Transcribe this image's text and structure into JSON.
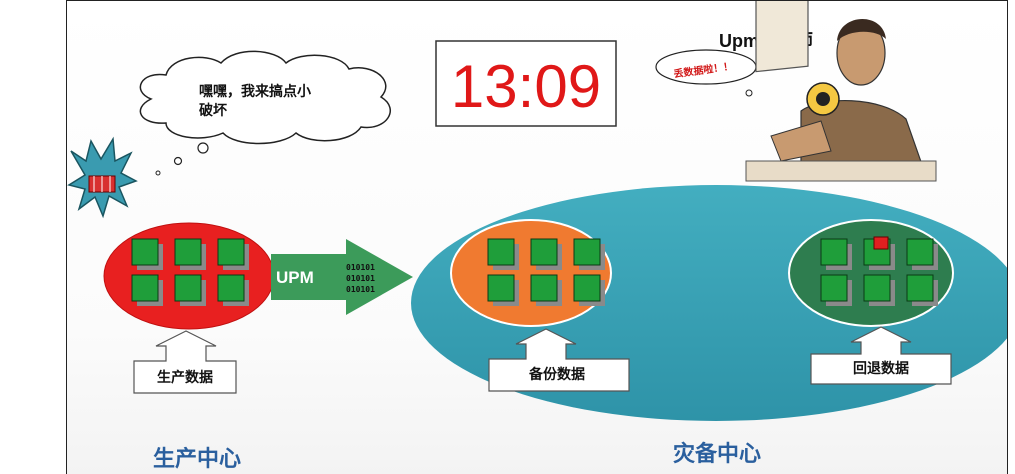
{
  "clock": {
    "time": "13:09"
  },
  "hacker_bubble": {
    "line1": "嘿嘿，我来搞点小",
    "line2": "破坏"
  },
  "engineer": {
    "title": "Upm工程师",
    "bubble": "丢数据啦！！"
  },
  "production": {
    "label": "生产数据",
    "footer": "生产中心"
  },
  "arrow": {
    "label": "UPM",
    "binary": [
      "010101",
      "010101",
      "010101"
    ]
  },
  "backup": {
    "label": "备份数据"
  },
  "rollback": {
    "label": "回退数据"
  },
  "dr_center": {
    "footer": "灾备中心"
  },
  "colors": {
    "production_ellipse": "#e82020",
    "backup_ellipse": "#f07a30",
    "rollback_ellipse": "#2e7d4f",
    "dr_ellipse": "#3aa6b9",
    "arrow": "#3c9b5a",
    "clock_digits": "#e01818",
    "server_green": "#1f9e3a",
    "corrupt_red": "#e02020",
    "footer_text": "#2a5f9e"
  }
}
